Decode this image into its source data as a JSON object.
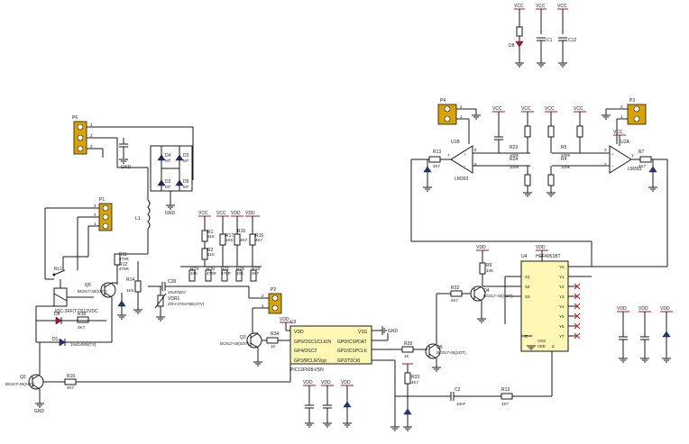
{
  "labels": {
    "vcc": "VCC",
    "vdd": "VDD",
    "gnd": "GND",
    "mcu_ref": "U3",
    "mcu_part": "PIC12F508-I/SN",
    "mcu_pins": {
      "vdd": "VDD",
      "vss": "VSS",
      "gp5": "GP5/OSC1/CLKIN",
      "gp4": "GP4/OSC2",
      "gp3": "GP3/MCLR/Vpp",
      "gp0": "GP0/ICSPDAT",
      "gp1": "GP1/ICSPCLK",
      "gp2": "GP2/T0CKI"
    },
    "dec_ref": "U4",
    "dec_part": "HEF4051BT",
    "dec_pins": [
      "Y0",
      "Y1",
      "Y2",
      "Y3",
      "Y4",
      "Y5",
      "Y6",
      "Y7",
      "S1",
      "S2",
      "S3",
      "E",
      "VSS",
      "VEE",
      "Z"
    ],
    "cmp_a": "U1A",
    "cmp_a_part": "LM393",
    "cmp_b": "U1B",
    "cmp_b_part": "LM393",
    "relay_ref": "RL1",
    "relay_part": "JQC-3FF(T73)12VDC",
    "q_main": "Q5",
    "q_main_part": "BC817-40(SOT)",
    "q2": "Q2",
    "q2_part": "BC817-40(SOT)",
    "q3": "Q3",
    "q3_part": "BC817-40(SOT)",
    "q4": "Q4",
    "q4_part": "BC817-40(SOT)",
    "q6": "Q6",
    "q6_part": "BC817-40(SOT)",
    "d9": "D9",
    "d1": "D1",
    "d1_part": "1N4148W(T4)",
    "d_bridge": [
      "D4",
      "D3",
      "D2",
      "D5"
    ],
    "d_bridge_part": "M7",
    "vdr1": "VDR1",
    "vdr1_part": "ZOV-07D470E(47V)",
    "c28": "C28",
    "c28_val": "10uF/50V",
    "c2": "C2",
    "c2_val": "10nF",
    "l1": "L1",
    "r_res": [
      {
        "ref": "R11",
        "val": "470R"
      },
      {
        "ref": "R12",
        "val": "470R"
      },
      {
        "ref": "R14",
        "val": "1K5"
      },
      {
        "ref": "R18",
        "val": "4K7"
      },
      {
        "ref": "R16",
        "val": "4K7"
      },
      {
        "ref": "R1",
        "val": "51K"
      },
      {
        "ref": "R2",
        "val": "51K"
      },
      {
        "ref": "R17",
        "val": "1K5"
      },
      {
        "ref": "R15",
        "val": "4K7"
      },
      {
        "ref": "R19",
        "val": "10K"
      },
      {
        "ref": "R30",
        "val": "470R"
      },
      {
        "ref": "R31",
        "val": "470R"
      },
      {
        "ref": "R26",
        "val": "10K"
      },
      {
        "ref": "R34",
        "val": "1K"
      },
      {
        "ref": "R28",
        "val": "1K"
      },
      {
        "ref": "R9",
        "val": "10K"
      },
      {
        "ref": "R32",
        "val": "4K7"
      },
      {
        "ref": "R10",
        "val": "4K7"
      },
      {
        "ref": "R33",
        "val": "4K7"
      },
      {
        "ref": "R13",
        "val": "4K7"
      },
      {
        "ref": "R23",
        "val": "100K"
      },
      {
        "ref": "R24",
        "val": "100K"
      },
      {
        "ref": "R5",
        "val": "100K"
      },
      {
        "ref": "R4",
        "val": "100K"
      },
      {
        "ref": "R7",
        "val": "4K7"
      }
    ],
    "connectors": [
      "P6",
      "P1",
      "P2",
      "P4",
      "P3"
    ],
    "led_top": "D8",
    "cap_top": [
      "C1",
      "C12"
    ]
  }
}
